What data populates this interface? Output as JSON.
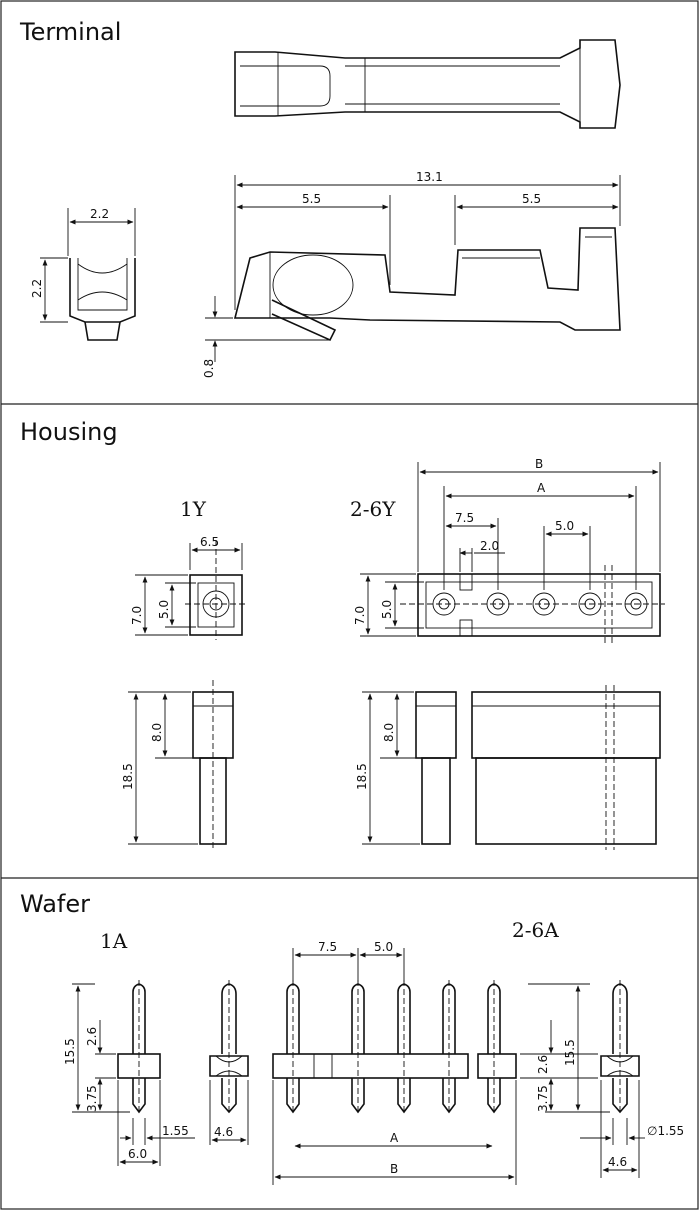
{
  "sections": {
    "terminal": {
      "title": "Terminal",
      "dims": {
        "w22": "2.2",
        "h22": "2.2",
        "total": "13.1",
        "left": "5.5",
        "right": "5.5",
        "thick": "0.8"
      }
    },
    "housing": {
      "title": "Housing",
      "label_1y": "1Y",
      "label_26y": "2-6Y",
      "dims": {
        "w65": "6.5",
        "h70a": "7.0",
        "h50a": "5.0",
        "b": "B",
        "a": "A",
        "p75": "7.5",
        "p20": "2.0",
        "p50": "5.0",
        "h70b": "7.0",
        "h50b": "5.0",
        "h80a": "8.0",
        "h185a": "18.5",
        "h80b": "8.0",
        "h185b": "18.5"
      }
    },
    "wafer": {
      "title": "Wafer",
      "label_1a": "1A",
      "label_26a": "2-6A",
      "dims": {
        "h155a": "15.5",
        "h26a": "2.6",
        "h375a": "3.75",
        "d155a": "1.55",
        "w60": "6.0",
        "w46a": "4.6",
        "p75": "7.5",
        "p50": "5.0",
        "a": "A",
        "b": "B",
        "h26b": "2.6",
        "h375b": "3.75",
        "h155b": "15.5",
        "d155b": "∅1.55",
        "w46b": "4.6"
      }
    }
  }
}
